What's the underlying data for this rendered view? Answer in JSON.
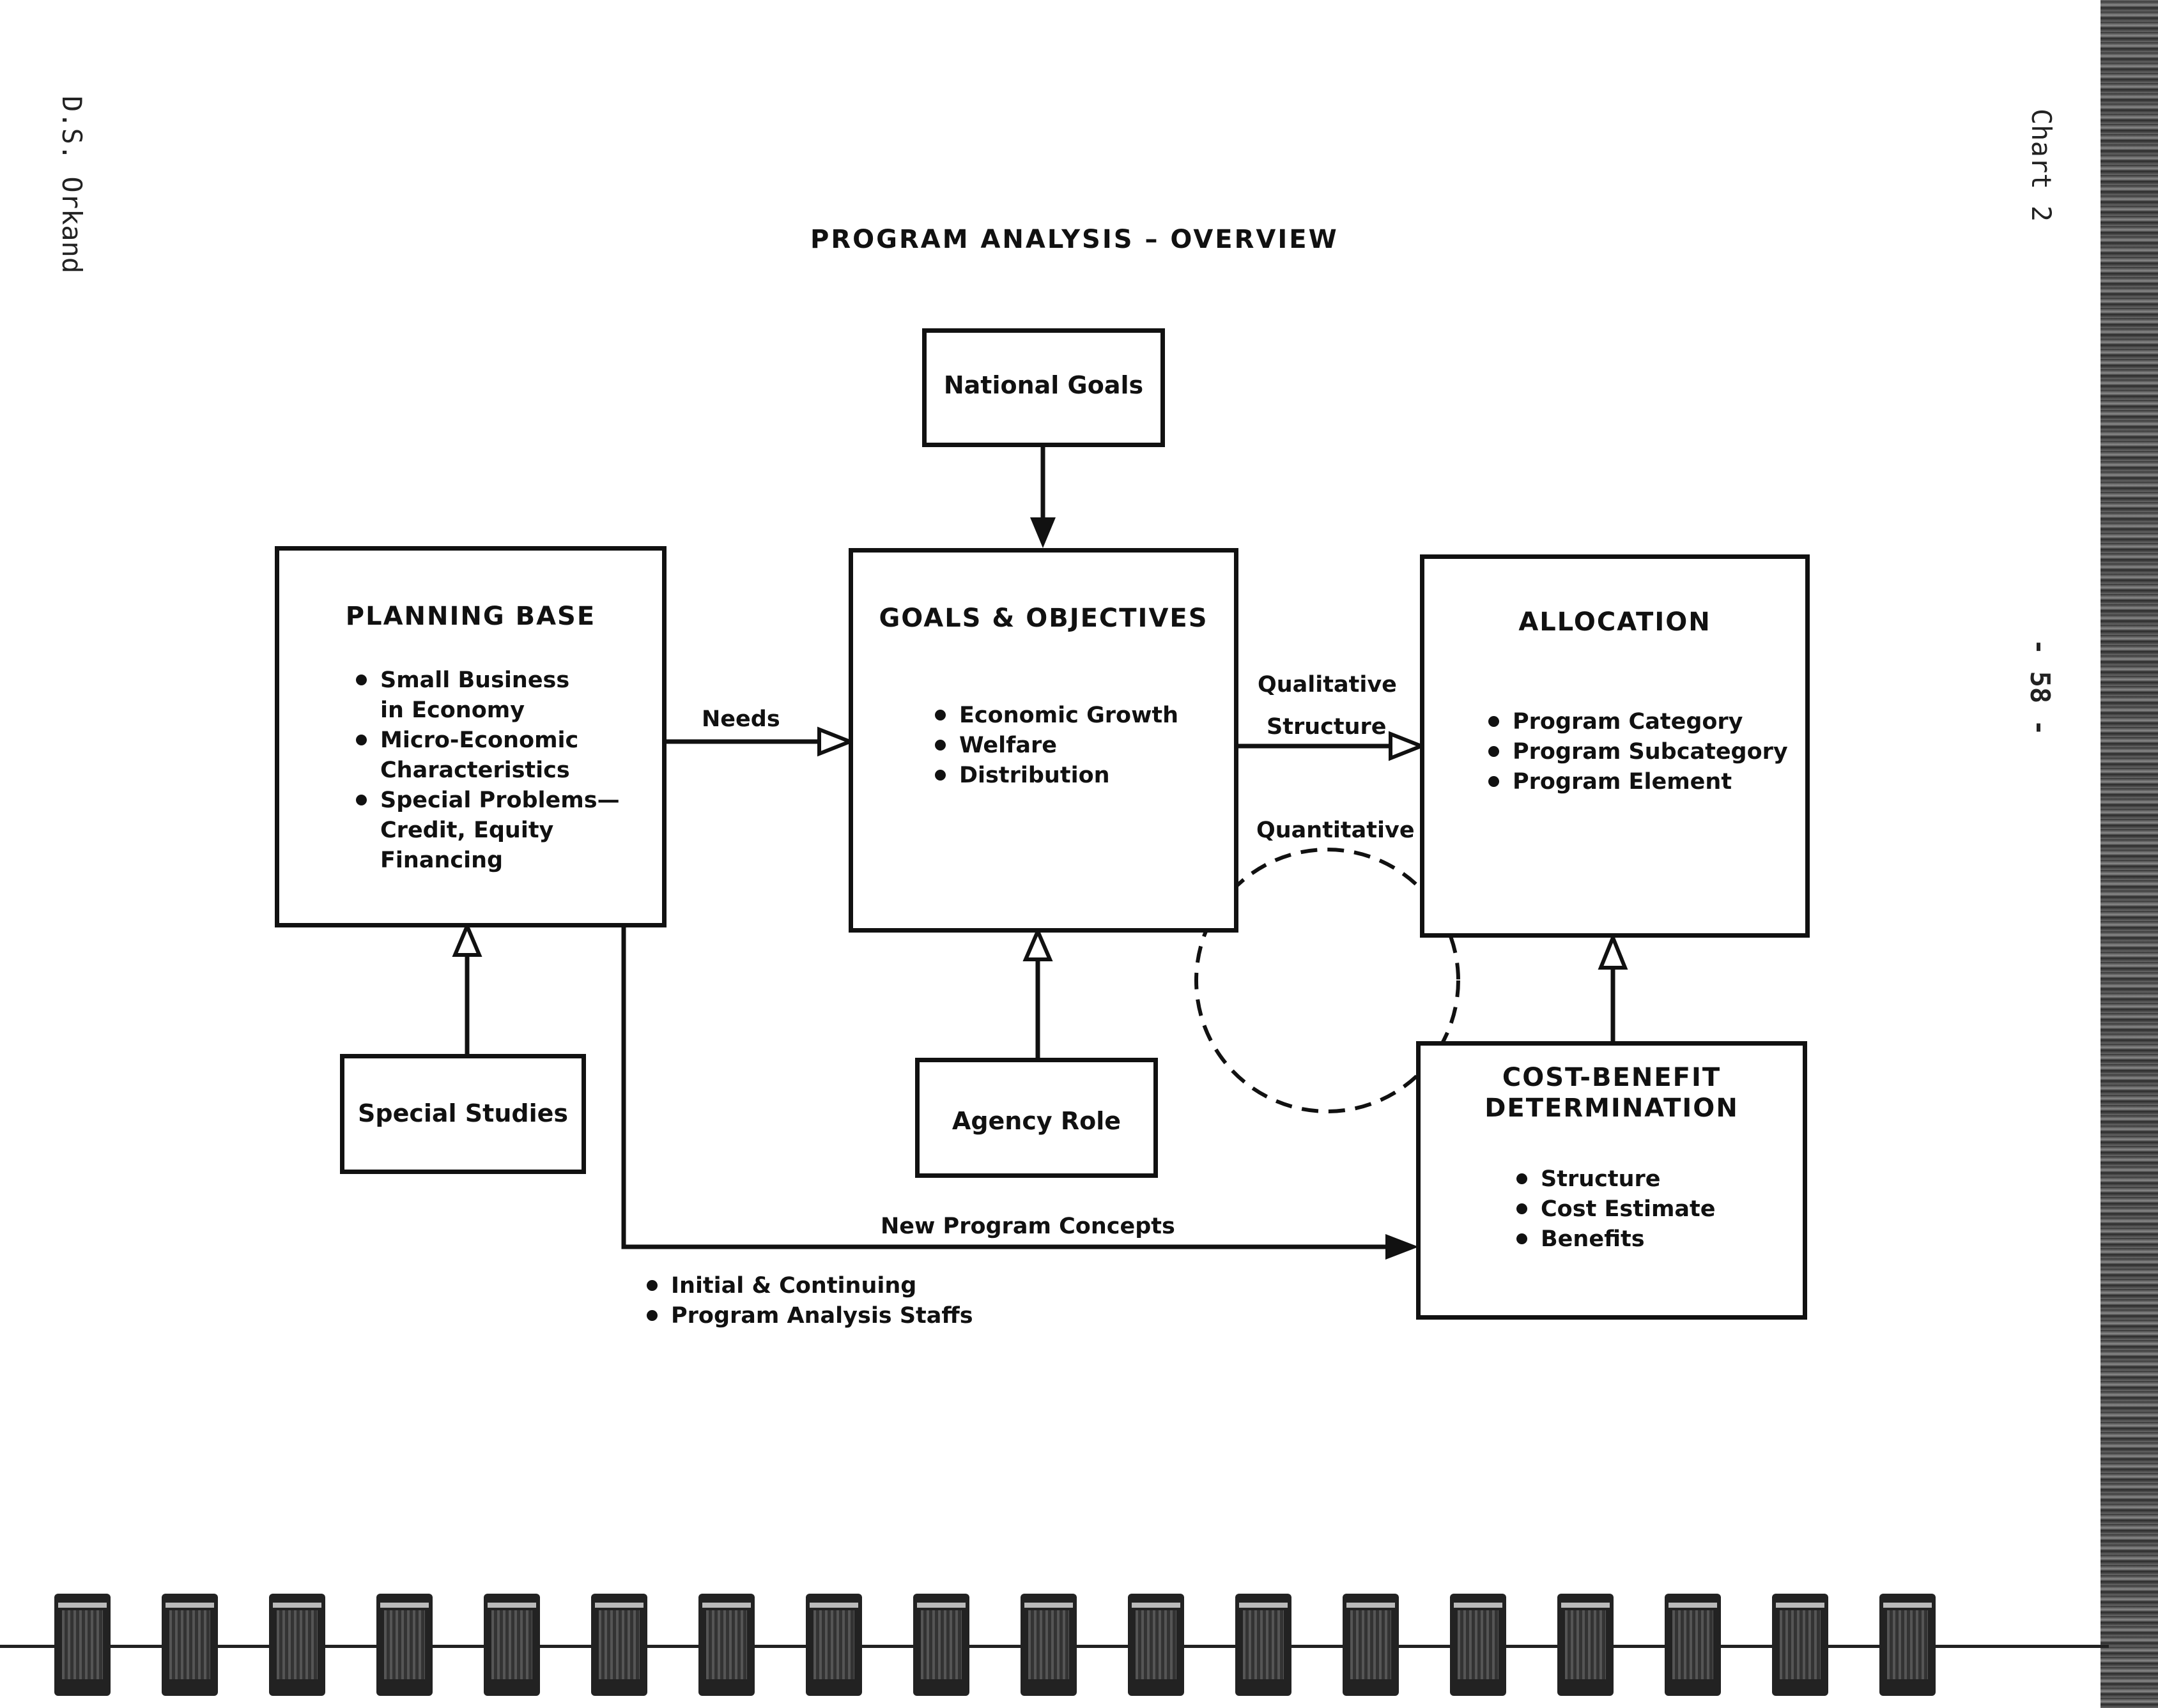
{
  "header": {
    "author": "D.S. Orkand",
    "chart_number": "Chart 2",
    "page_number": "- 58 -",
    "title": "PROGRAM ANALYSIS – OVERVIEW"
  },
  "boxes": {
    "national_goals": {
      "label": "National Goals"
    },
    "planning_base": {
      "title": "PLANNING BASE",
      "items": [
        "Small Business\nin Economy",
        "Micro-Economic\nCharacteristics",
        "Special Problems—\nCredit, Equity\nFinancing"
      ]
    },
    "goals_objectives": {
      "title": "GOALS & OBJECTIVES",
      "items": [
        "Economic Growth",
        "Welfare",
        "Distribution"
      ]
    },
    "allocation": {
      "title": "ALLOCATION",
      "items": [
        "Program Category",
        "Program Subcategory",
        "Program Element"
      ]
    },
    "special_studies": {
      "label": "Special Studies"
    },
    "agency_role": {
      "label": "Agency Role"
    },
    "cost_benefit": {
      "title": "COST-BENEFIT\nDETERMINATION",
      "items": [
        "Structure",
        "Cost Estimate",
        "Benefits"
      ]
    }
  },
  "connectors": {
    "needs": "Needs",
    "qualitative": "Qualitative",
    "structure": "Structure",
    "quantitative": "Quantitative",
    "new_program_concepts": "New Program Concepts"
  },
  "footer_notes": [
    "Initial & Continuing",
    "Program Analysis Staffs"
  ]
}
